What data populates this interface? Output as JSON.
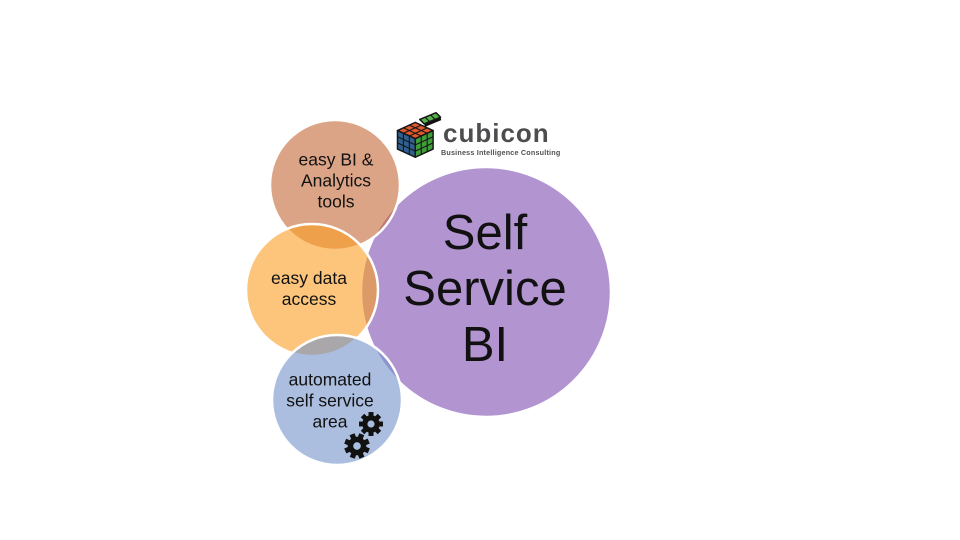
{
  "slide": {
    "background": "#ffffff"
  },
  "logo": {
    "brand": "cubicon",
    "tagline": "Business Intelligence Consulting",
    "brand_color": "#4d4d4f",
    "cube": {
      "top_color": "#e2572b",
      "front_color": "#2e6091",
      "side_color": "#3f9e3a",
      "flap_color": "#55b149"
    }
  },
  "venn": {
    "stroke_color": "#ffffff",
    "fill_opacity": "0.6",
    "circles": [
      {
        "name": "self-service-bi",
        "label": "Self\nService\nBI",
        "fill": "#7f4db2"
      },
      {
        "name": "easy-bi-analytics-tools",
        "label": "easy BI &\nAnalytics\ntools",
        "fill": "#c56735"
      },
      {
        "name": "easy-data-access",
        "label": "easy data\naccess",
        "fill": "#fa9e23"
      },
      {
        "name": "automated-self-service-area",
        "label": "automated\nself service\narea",
        "fill": "#7393ca"
      }
    ],
    "gear_color": "#111111",
    "gear_hole_color": "#a9bedf"
  }
}
